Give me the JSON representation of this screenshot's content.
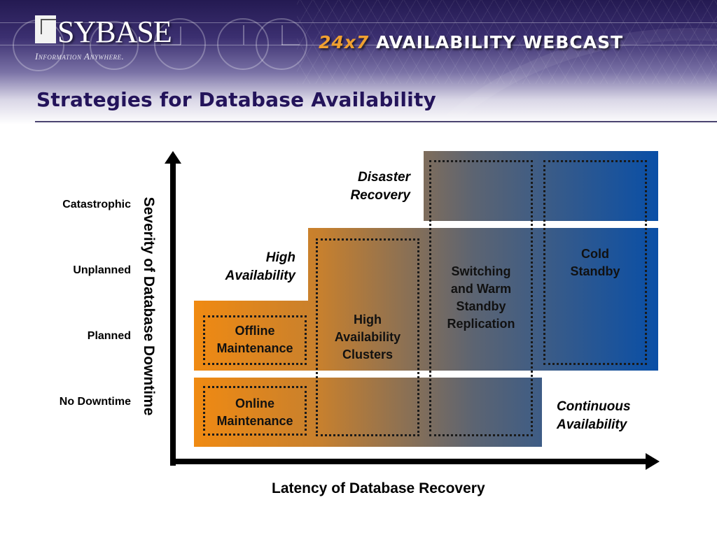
{
  "header": {
    "brand": "SYBASE",
    "tagline": "Information Anywhere.",
    "webcast_accent": "24x7",
    "webcast_title": "AVAILABILITY WEBCAST",
    "slide_title": "Strategies for Database Availability"
  },
  "diagram": {
    "y_axis_label": "Severity of Database Downtime",
    "x_axis_label": "Latency of Database Recovery",
    "y_categories": [
      "Catastrophic",
      "Unplanned",
      "Planned",
      "No Downtime"
    ],
    "region_labels": {
      "disaster_recovery": [
        "Disaster",
        "Recovery"
      ],
      "high_availability": [
        "High",
        "Availability"
      ],
      "continuous_availability": [
        "Continuous",
        "Availability"
      ]
    },
    "solutions": {
      "offline_maintenance": [
        "Offline",
        "Maintenance"
      ],
      "online_maintenance": [
        "Online",
        "Maintenance"
      ],
      "ha_clusters": [
        "High",
        "Availability",
        "Clusters"
      ],
      "warm_standby": [
        "Switching",
        "and Warm",
        "Standby",
        "Replication"
      ],
      "cold_standby": [
        "Cold",
        "Standby"
      ]
    },
    "colors": {
      "low_latency": "#f08a12",
      "high_latency": "#0a4fa6",
      "title": "#23135a",
      "accent": "#f0a030"
    }
  }
}
